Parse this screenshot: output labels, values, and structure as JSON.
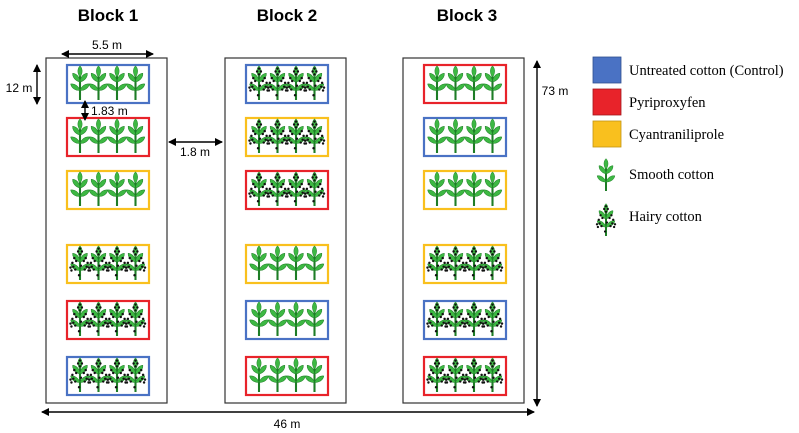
{
  "blocks": [
    {
      "title": "Block 1",
      "plots": [
        {
          "treatment": "control",
          "cotton": "smooth"
        },
        {
          "treatment": "pyriproxyfen",
          "cotton": "smooth"
        },
        {
          "treatment": "cyantraniliprole",
          "cotton": "smooth"
        },
        {
          "treatment": "cyantraniliprole",
          "cotton": "hairy"
        },
        {
          "treatment": "pyriproxyfen",
          "cotton": "hairy"
        },
        {
          "treatment": "control",
          "cotton": "hairy"
        }
      ]
    },
    {
      "title": "Block 2",
      "plots": [
        {
          "treatment": "control",
          "cotton": "hairy"
        },
        {
          "treatment": "cyantraniliprole",
          "cotton": "hairy"
        },
        {
          "treatment": "pyriproxyfen",
          "cotton": "hairy"
        },
        {
          "treatment": "cyantraniliprole",
          "cotton": "smooth"
        },
        {
          "treatment": "control",
          "cotton": "smooth"
        },
        {
          "treatment": "pyriproxyfen",
          "cotton": "smooth"
        }
      ]
    },
    {
      "title": "Block 3",
      "plots": [
        {
          "treatment": "pyriproxyfen",
          "cotton": "smooth"
        },
        {
          "treatment": "control",
          "cotton": "smooth"
        },
        {
          "treatment": "cyantraniliprole",
          "cotton": "smooth"
        },
        {
          "treatment": "cyantraniliprole",
          "cotton": "hairy"
        },
        {
          "treatment": "control",
          "cotton": "hairy"
        },
        {
          "treatment": "pyriproxyfen",
          "cotton": "hairy"
        }
      ]
    }
  ],
  "dimensions": {
    "plot_width": "5.5 m",
    "plot_length": "12 m",
    "plot_spacing": "1.83 m",
    "block_spacing": "1.8 m",
    "field_length": "73 m",
    "field_width": "46 m"
  },
  "legend": {
    "treatments": [
      {
        "key": "control",
        "label": "Untreated cotton (Control)",
        "color": "#4A72C4"
      },
      {
        "key": "pyriproxyfen",
        "label": "Pyriproxyfen",
        "color": "#E8232A"
      },
      {
        "key": "cyantraniliprole",
        "label": "Cyantraniliprole",
        "color": "#F9C01E"
      }
    ],
    "cotton_types": [
      {
        "key": "smooth",
        "label": "Smooth cotton",
        "icon": "smooth-cotton-icon"
      },
      {
        "key": "hairy",
        "label": "Hairy cotton",
        "icon": "hairy-cotton-icon"
      }
    ]
  },
  "colors": {
    "leaf": "#3DB843",
    "leaf_dark": "#1E7D26",
    "hair_dots": "#111111",
    "block_border": "#333333"
  }
}
